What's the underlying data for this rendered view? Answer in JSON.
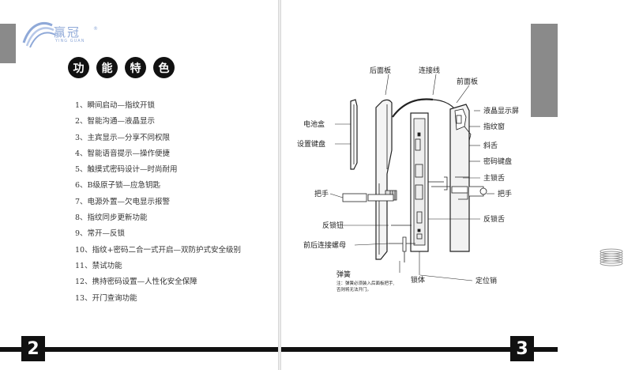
{
  "left_page": {
    "logo": {
      "text": "赢冠",
      "sub": "YING GUAN",
      "mark": "®"
    },
    "title_chars": [
      "功",
      "能",
      "特",
      "色"
    ],
    "features": [
      "1、瞬间启动—指纹开锁",
      "2、智能沟通—液晶显示",
      "3、主宾显示—分享不同权限",
      "4、智能语音提示—操作便捷",
      "5、触摸式密码设计—时尚耐用",
      "6、B级原子锁—应急钥匙",
      "7、电源外置—欠电显示报警",
      "8、指纹同步更新功能",
      "9、常开—反锁",
      "10、指纹+密码二合一式开启—双防护式安全级别",
      "11、禁试功能",
      "12、携持密码设置—人性化安全保障",
      "13、开门查询功能"
    ],
    "page_number": "2"
  },
  "right_page": {
    "labels": {
      "rear_panel": "后面板",
      "connecting_wire": "连接线",
      "front_panel": "前面板",
      "battery_box": "电池盒",
      "setting_keypad": "设置键盘",
      "lcd_screen": "液晶显示屏",
      "fingerprint_window": "指纹窗",
      "latch_bolt": "斜舌",
      "password_keypad": "密码键盘",
      "main_bolt": "主锁舌",
      "handle_left": "把手",
      "handle_right": "把手",
      "anti_lock_button": "反锁钮",
      "anti_lock_bolt": "反锁舌",
      "connecting_screw": "前后连接螺母",
      "spring": "弹簧",
      "spring_note_1": "注：弹簧必须装入后面板把手,",
      "spring_note_2": "否则将无法开门。",
      "lock_body": "锁体",
      "positioning_pin": "定位销"
    },
    "page_number": "3"
  }
}
